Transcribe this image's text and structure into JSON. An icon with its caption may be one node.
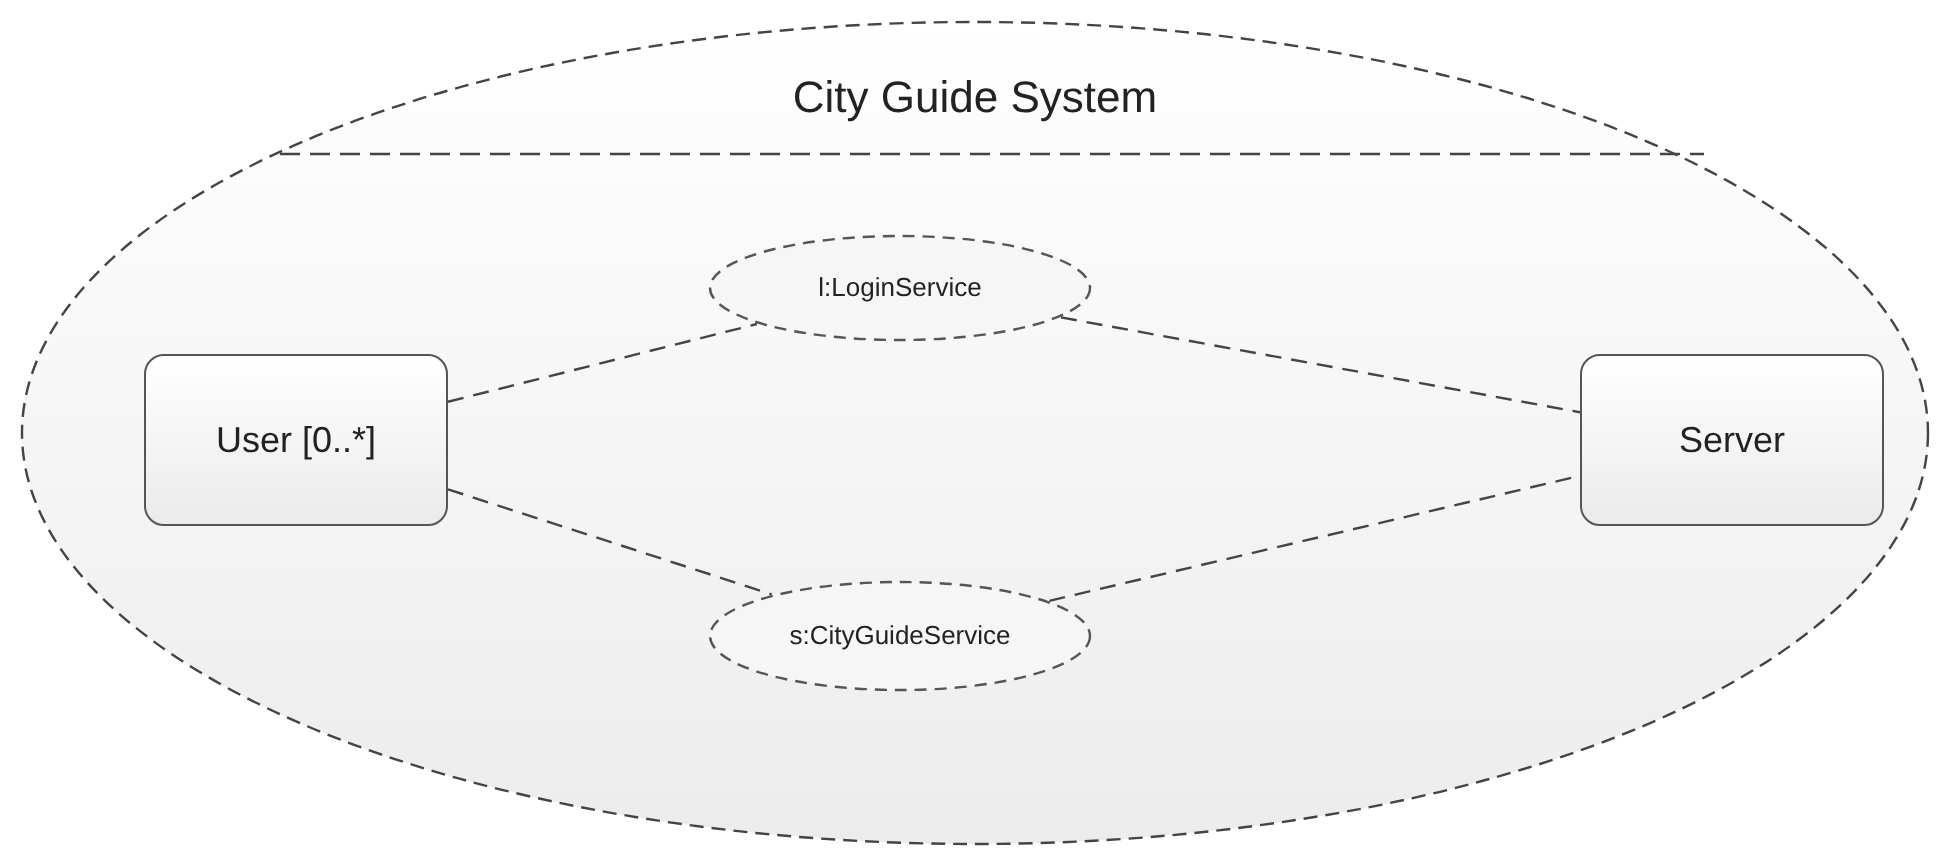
{
  "diagram": {
    "nodes": [
      {
        "text": [
          "City Guide System"
        ]
      },
      {
        "text": [
          "User [0..*]"
        ],
        "in": 0
      },
      {
        "text": [
          "l:LoginService"
        ],
        "in": 0
      },
      {
        "text": [
          "Server"
        ],
        "in": 0
      },
      {
        "text": [
          "s:CityGuideService"
        ],
        "in": 0
      }
    ],
    "edges": [
      {
        "from": 1,
        "to": 2,
        "arrow": "none",
        "style": "dashed"
      },
      {
        "from": 2,
        "to": 3,
        "arrow": "none",
        "style": "dashed"
      },
      {
        "from": 1,
        "to": 4,
        "arrow": "none",
        "style": "dashed"
      },
      {
        "from": 4,
        "to": 3,
        "arrow": "none",
        "style": "dashed"
      }
    ]
  }
}
